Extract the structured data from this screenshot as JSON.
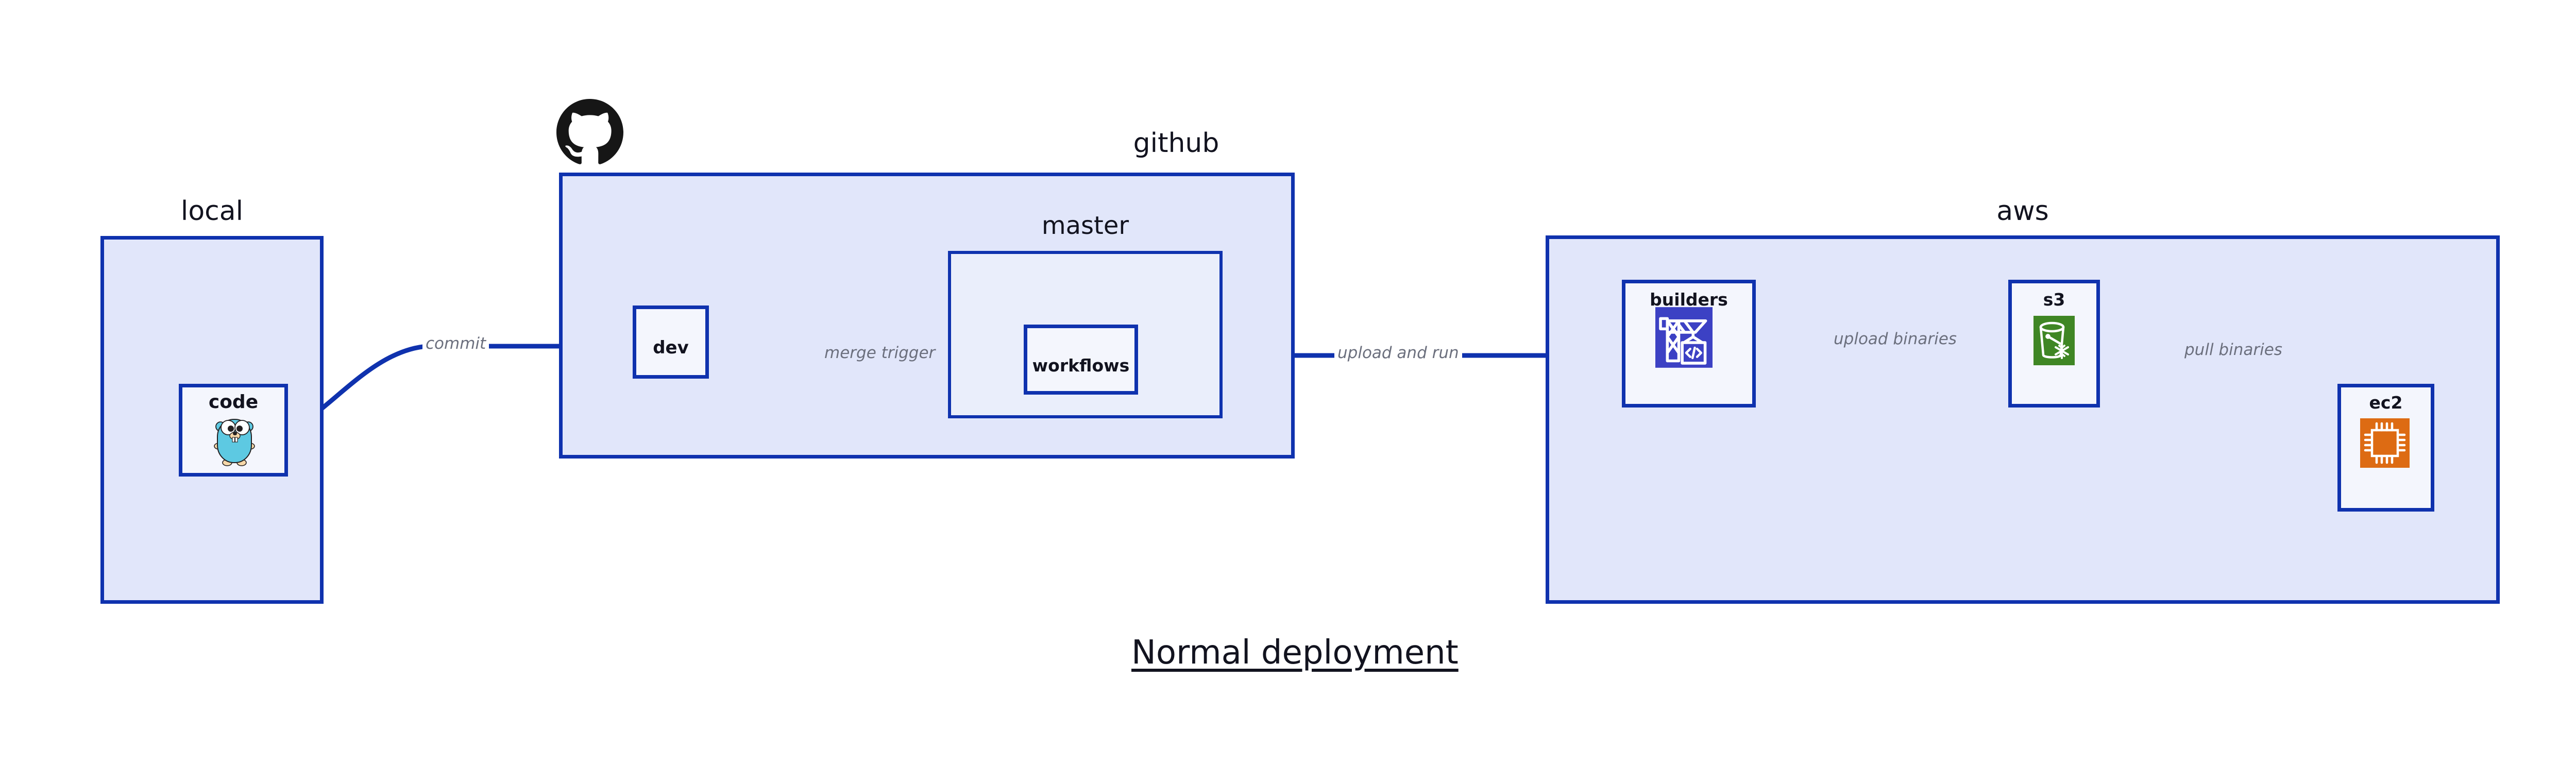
{
  "diagram": {
    "title": "Normal deployment",
    "accent_border": "#0f32ae",
    "group_fill": "#e1e6fa",
    "node_fill": "#eaeefb",
    "edge_label_color": "#6b6f7d",
    "text_color": "#12131f"
  },
  "groups": [
    {
      "id": "local",
      "label": "local"
    },
    {
      "id": "github",
      "label": "github"
    },
    {
      "id": "master",
      "label": "master"
    },
    {
      "id": "aws",
      "label": "aws"
    }
  ],
  "nodes": [
    {
      "id": "code",
      "label": "code",
      "icon": "go-gopher-icon"
    },
    {
      "id": "dev",
      "label": "dev",
      "icon": "none"
    },
    {
      "id": "workflows",
      "label": "workflows",
      "icon": "none"
    },
    {
      "id": "builders",
      "label": "builders",
      "icon": "aws-codebuild-icon",
      "icon_color": "#3c41c4"
    },
    {
      "id": "s3",
      "label": "s3",
      "icon": "aws-s3-glacier-icon",
      "icon_color": "#3f8624"
    },
    {
      "id": "ec2",
      "label": "ec2",
      "icon": "aws-ec2-icon",
      "icon_color": "#dd6b13"
    }
  ],
  "edges": [
    {
      "id": "commit",
      "label": "commit",
      "from": "code",
      "to": "dev"
    },
    {
      "id": "merge-trigger",
      "label": "merge trigger",
      "from": "dev",
      "to": "workflows"
    },
    {
      "id": "upload-and-run",
      "label": "upload and run",
      "from": "workflows",
      "to": "builders"
    },
    {
      "id": "upload-binaries",
      "label": "upload binaries",
      "from": "builders",
      "to": "s3"
    },
    {
      "id": "pull-binaries",
      "label": "pull binaries",
      "from": "s3",
      "to": "ec2"
    }
  ],
  "logos": [
    {
      "id": "github-logo",
      "name": "github-octocat-logo"
    }
  ]
}
